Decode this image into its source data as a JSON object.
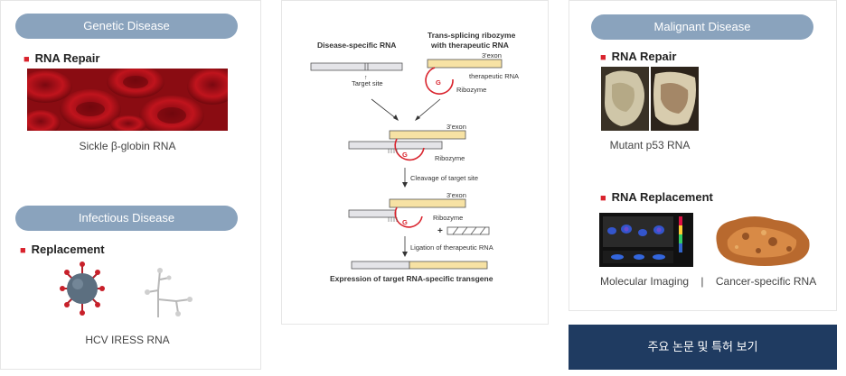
{
  "left": {
    "genetic": {
      "pill": "Genetic Disease",
      "title": "RNA Repair",
      "caption": "Sickle β-globin RNA"
    },
    "infectious": {
      "pill": "Infectious  Disease",
      "title": "Replacement",
      "caption": "HCV IRESS RNA"
    }
  },
  "diagram": {
    "label_disease": "Disease-specific RNA",
    "label_trans_1": "Trans-splicing ribozyme",
    "label_trans_2": "with therapeutic RNA",
    "exon": "3'exon",
    "therapeutic": "therapeutic RNA",
    "ribozyme": "Ribozyme",
    "target_site": "Target site",
    "g": "G",
    "cleavage": "Cleavage of target site",
    "ligation": "Ligation of therapeutic RNA",
    "expression": "Expression of target RNA-specific transgene"
  },
  "right": {
    "pill": "Malignant Disease",
    "repair_title": "RNA Repair",
    "repair_caption": "Mutant p53 RNA",
    "replacement_title": "RNA Replacement",
    "caption_left": "Molecular Imaging",
    "caption_sep": "|",
    "caption_right": "Cancer-specific RNA"
  },
  "button": {
    "label": "주요 논문 및 특허 보기"
  }
}
